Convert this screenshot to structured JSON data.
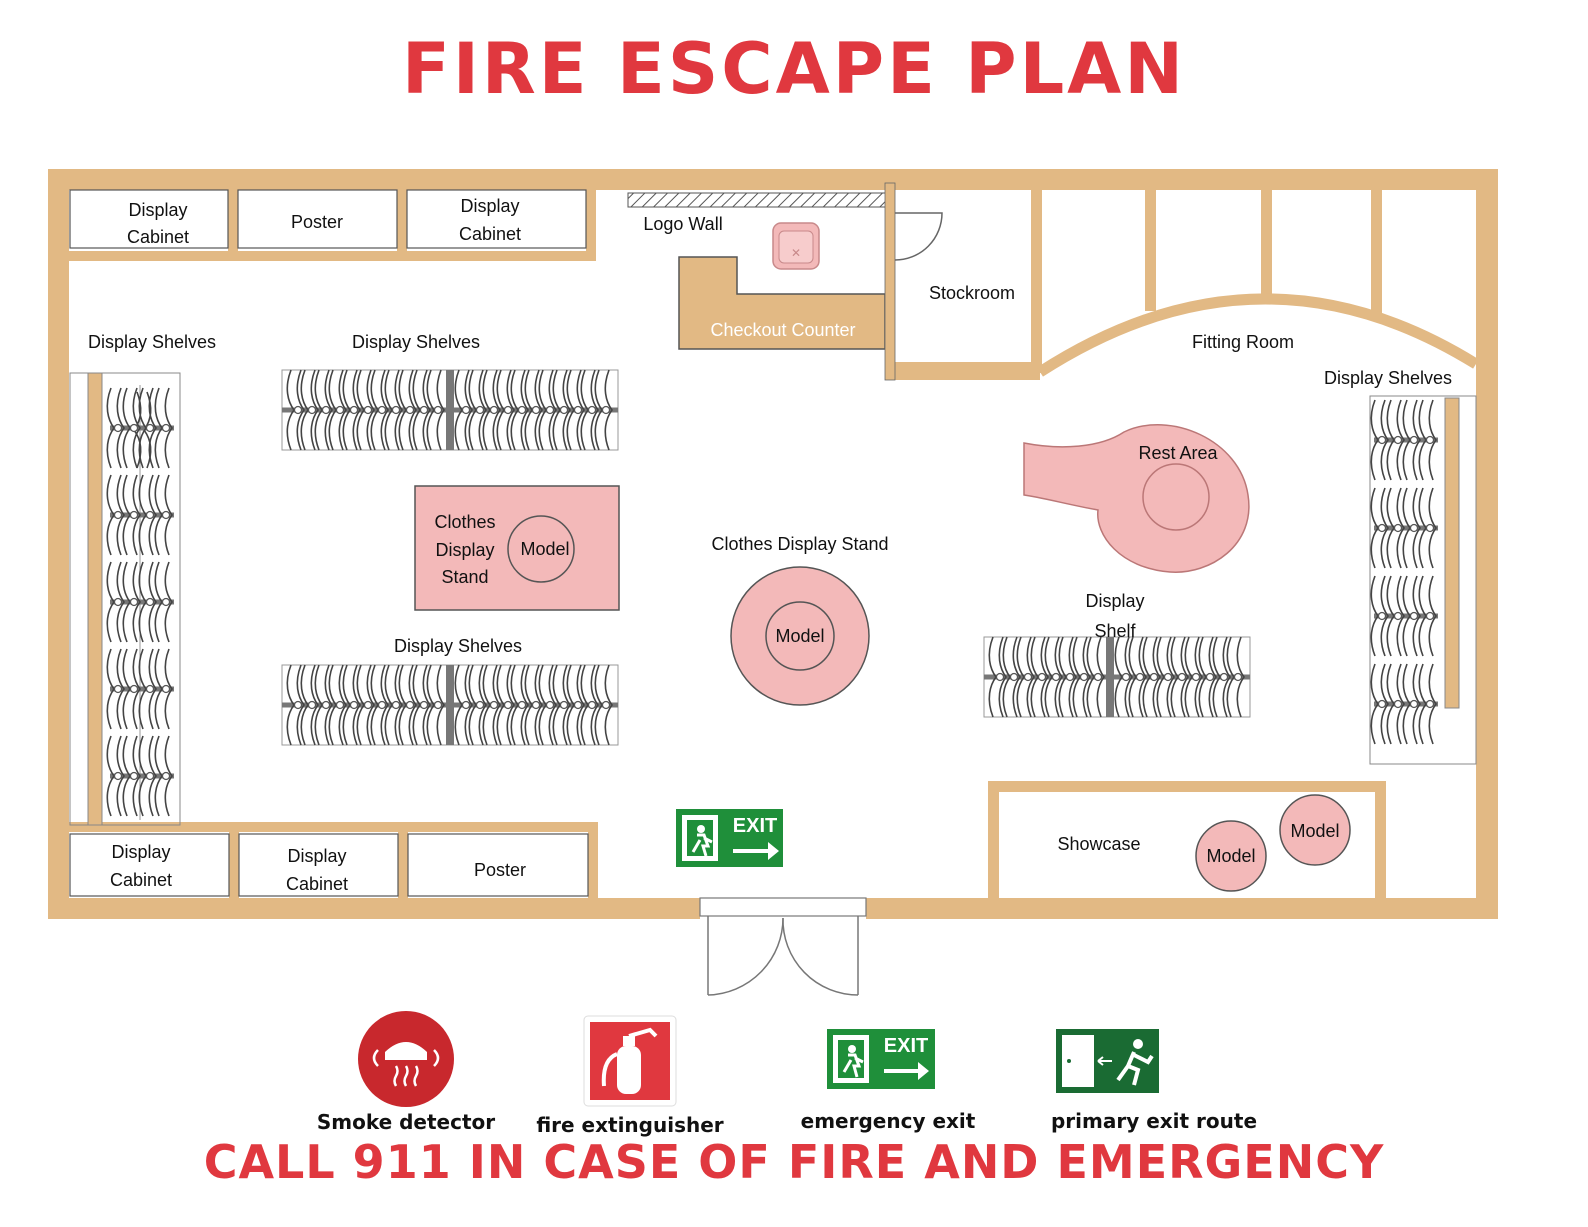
{
  "title": "FIRE ESCAPE PLAN",
  "footer": "CALL 911 IN CASE OF FIRE AND EMERGENCY",
  "colors": {
    "wall": "#e2b984",
    "accent_red": "#e0383f",
    "furniture_pink": "#f3b9b9",
    "exit_green": "#1f8f3a",
    "route_green": "#1a6b33"
  },
  "rooms": {
    "display_cabinet_tl1": [
      "Display",
      "Cabinet"
    ],
    "poster_top": "Poster",
    "display_cabinet_tl2": [
      "Display",
      "Cabinet"
    ],
    "logo_wall": "Logo Wall",
    "checkout_counter": "Checkout Counter",
    "stockroom": "Stockroom",
    "fitting_room": "Fitting Room",
    "display_cabinet_bl1": [
      "Display",
      "Cabinet"
    ],
    "display_cabinet_bl2": [
      "Display",
      "Cabinet"
    ],
    "poster_bottom": "Poster",
    "showcase": "Showcase"
  },
  "fixtures": {
    "left_shelves": "Display Shelves",
    "top_shelves": "Display Shelves",
    "bottom_shelves": "Display Shelves",
    "right_shelves": "Display Shelves",
    "display_shelf": [
      "Display",
      "Shelf"
    ],
    "clothes_stand_rect": [
      "Clothes",
      "Display",
      "Stand"
    ],
    "model_rect": "Model",
    "clothes_stand_round_title": "Clothes Display Stand",
    "model_round": "Model",
    "rest_area": "Rest Area",
    "showcase_model_1": "Model",
    "showcase_model_2": "Model"
  },
  "exit_sign_text": "EXIT",
  "legend": [
    {
      "icon": "smoke-detector-icon",
      "label": "Smoke detector"
    },
    {
      "icon": "fire-extinguisher-icon",
      "label": "fire extinguisher"
    },
    {
      "icon": "emergency-exit-icon",
      "label": "emergency exit"
    },
    {
      "icon": "primary-exit-route-icon",
      "label": "primary exit route"
    }
  ]
}
